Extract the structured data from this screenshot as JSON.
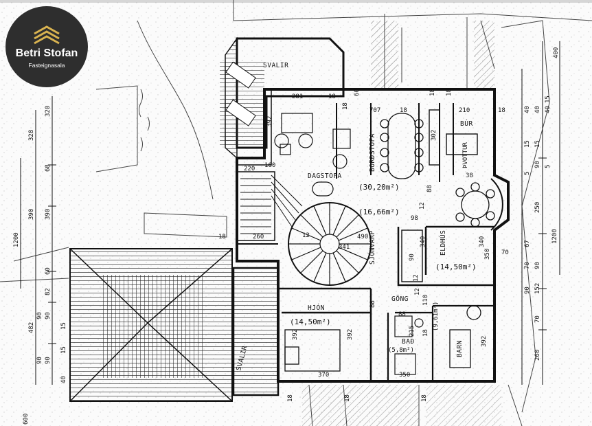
{
  "brand": {
    "name": "Betri Stofan",
    "tagline": "Fasteignasala"
  },
  "rooms": {
    "svalir_top": "SVALIR",
    "svalir_side": "SVALIR",
    "dagstofa": "DAGSTOFA",
    "dagstofa_area": "(30,20m²)",
    "hall_area": "(16,66m²)",
    "bordstofa": "BORÐSTOFA",
    "sjonvarp": "SJÓNVARP",
    "eldhus": "ELDHÚS",
    "eldhus_area": "(14,50m²)",
    "hjon": "HJÓN",
    "hjon_area": "(14,50m²)",
    "gong": "GÖNG",
    "bad": "BAÐ",
    "bad_area": "(5,8m²)",
    "barn": "BARN",
    "barn_area": "(9,61m²)",
    "bur": "BÚR",
    "thvottur": "ÞVOTTUR"
  },
  "dimensions": {
    "left": [
      "320",
      "328",
      "68",
      "390",
      "390",
      "1200",
      "60",
      "82",
      "90",
      "90",
      "482",
      "15",
      "90",
      "15",
      "90",
      "40",
      "600"
    ],
    "right": [
      "400",
      "40",
      "40",
      "40",
      "15",
      "15",
      "15",
      "5",
      "90",
      "5",
      "250",
      "67",
      "1200",
      "90",
      "70",
      "152",
      "90",
      "70",
      "260"
    ],
    "interior": [
      "281",
      "18",
      "60",
      "18",
      "707",
      "18",
      "18",
      "210",
      "18",
      "18",
      "392",
      "302",
      "220",
      "160",
      "38",
      "88",
      "12",
      "98",
      "260",
      "18",
      "490",
      "341",
      "12",
      "340",
      "90",
      "340",
      "350",
      "70",
      "12",
      "88",
      "110",
      "392",
      "392",
      "392",
      "88",
      "215",
      "18",
      "370",
      "350",
      "18",
      "18",
      "18",
      "12"
    ]
  }
}
